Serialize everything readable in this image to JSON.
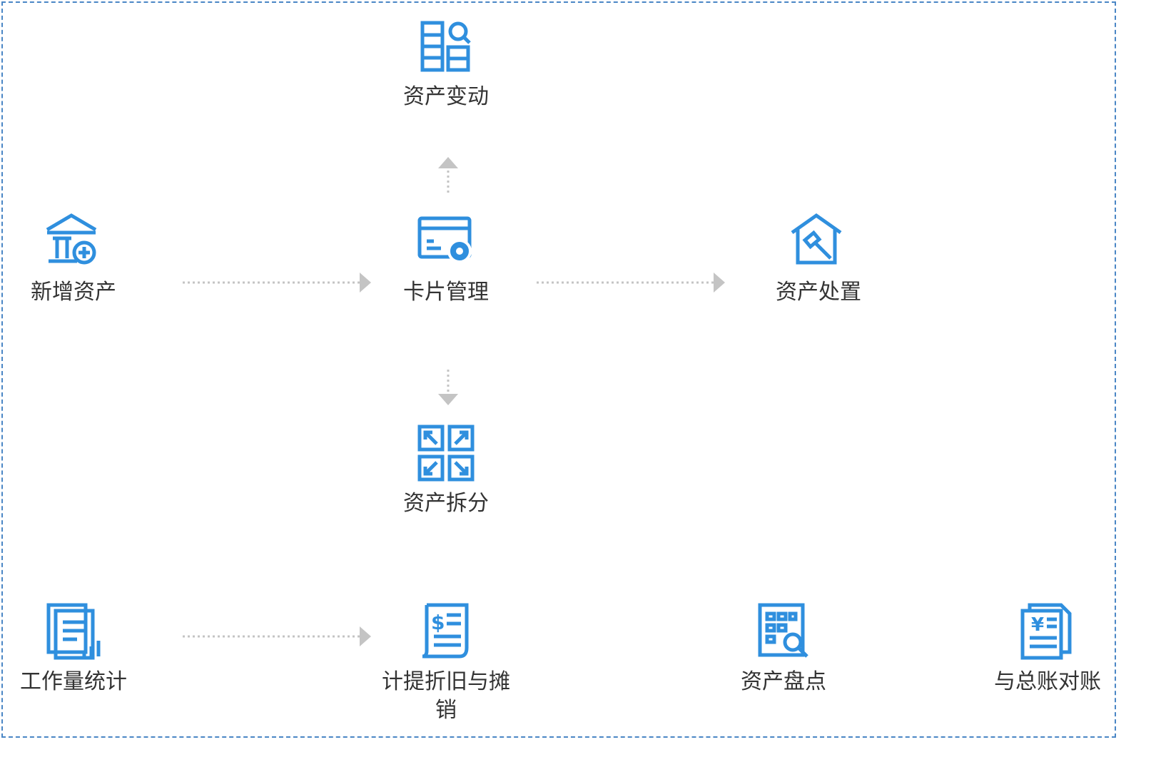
{
  "colors": {
    "icon": "#2f8fde",
    "arrow": "#c4c4c4",
    "frame": "#4a86c5",
    "text": "#333333"
  },
  "nodes": {
    "asset_change": {
      "label": "资产变动",
      "icon": "table-search-icon"
    },
    "new_asset": {
      "label": "新增资产",
      "icon": "building-plus-icon"
    },
    "card_mgmt": {
      "label": "卡片管理",
      "icon": "card-gear-icon"
    },
    "asset_disposal": {
      "label": "资产处置",
      "icon": "house-hammer-icon"
    },
    "asset_split": {
      "label": "资产拆分",
      "icon": "split-grid-icon"
    },
    "workload_stats": {
      "label": "工作量统计",
      "icon": "document-chart-icon"
    },
    "depreciation": {
      "label": "计提折旧与摊销",
      "icon": "dollar-scroll-icon"
    },
    "asset_count": {
      "label": "资产盘点",
      "icon": "clipboard-search-icon"
    },
    "reconcile": {
      "label": "与总账对账",
      "icon": "yen-document-icon"
    }
  }
}
